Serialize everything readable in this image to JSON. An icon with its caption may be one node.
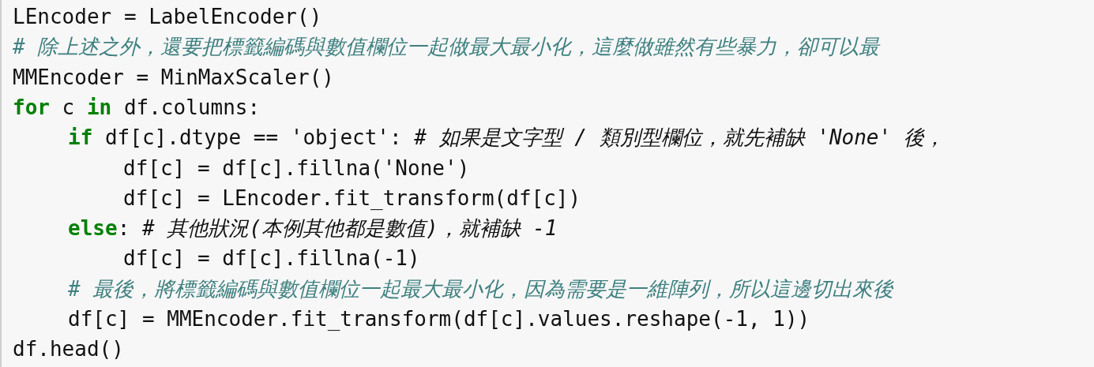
{
  "diagram": {
    "labels": [
      "LEncoder = LabelEncoder()",
      "# 除上述之外，還要把標籤編碼與數值欄位一起做最大最小化，這麼做雖然有些暴力，卻可以最",
      "MMEncoder = MinMaxScaler()",
      "**for** c **in** df.columns:",
      "**if** df[c].dtype == 'object': *# 如果是文字型 / 類別型欄位，就先補缺 'None' 後，*",
      "df[c] = df[c].fillna('None')",
      "df[c] = LEncoder.fit_transform(df[c])",
      "**else**: *# 其他狀況(本例其他都是數值)，就補缺 -1*",
      "df[c] = df[c].fillna(-1)",
      "# 最後，將標籤編碼與數值欄位一起最大最小化，因為需要是一維陣列，所以這邊切出來後",
      "df[c] = MMEncoder.fit_transform(df[c].values.reshape(-1, 1))",
      "df.head()"
    ]
  }
}
